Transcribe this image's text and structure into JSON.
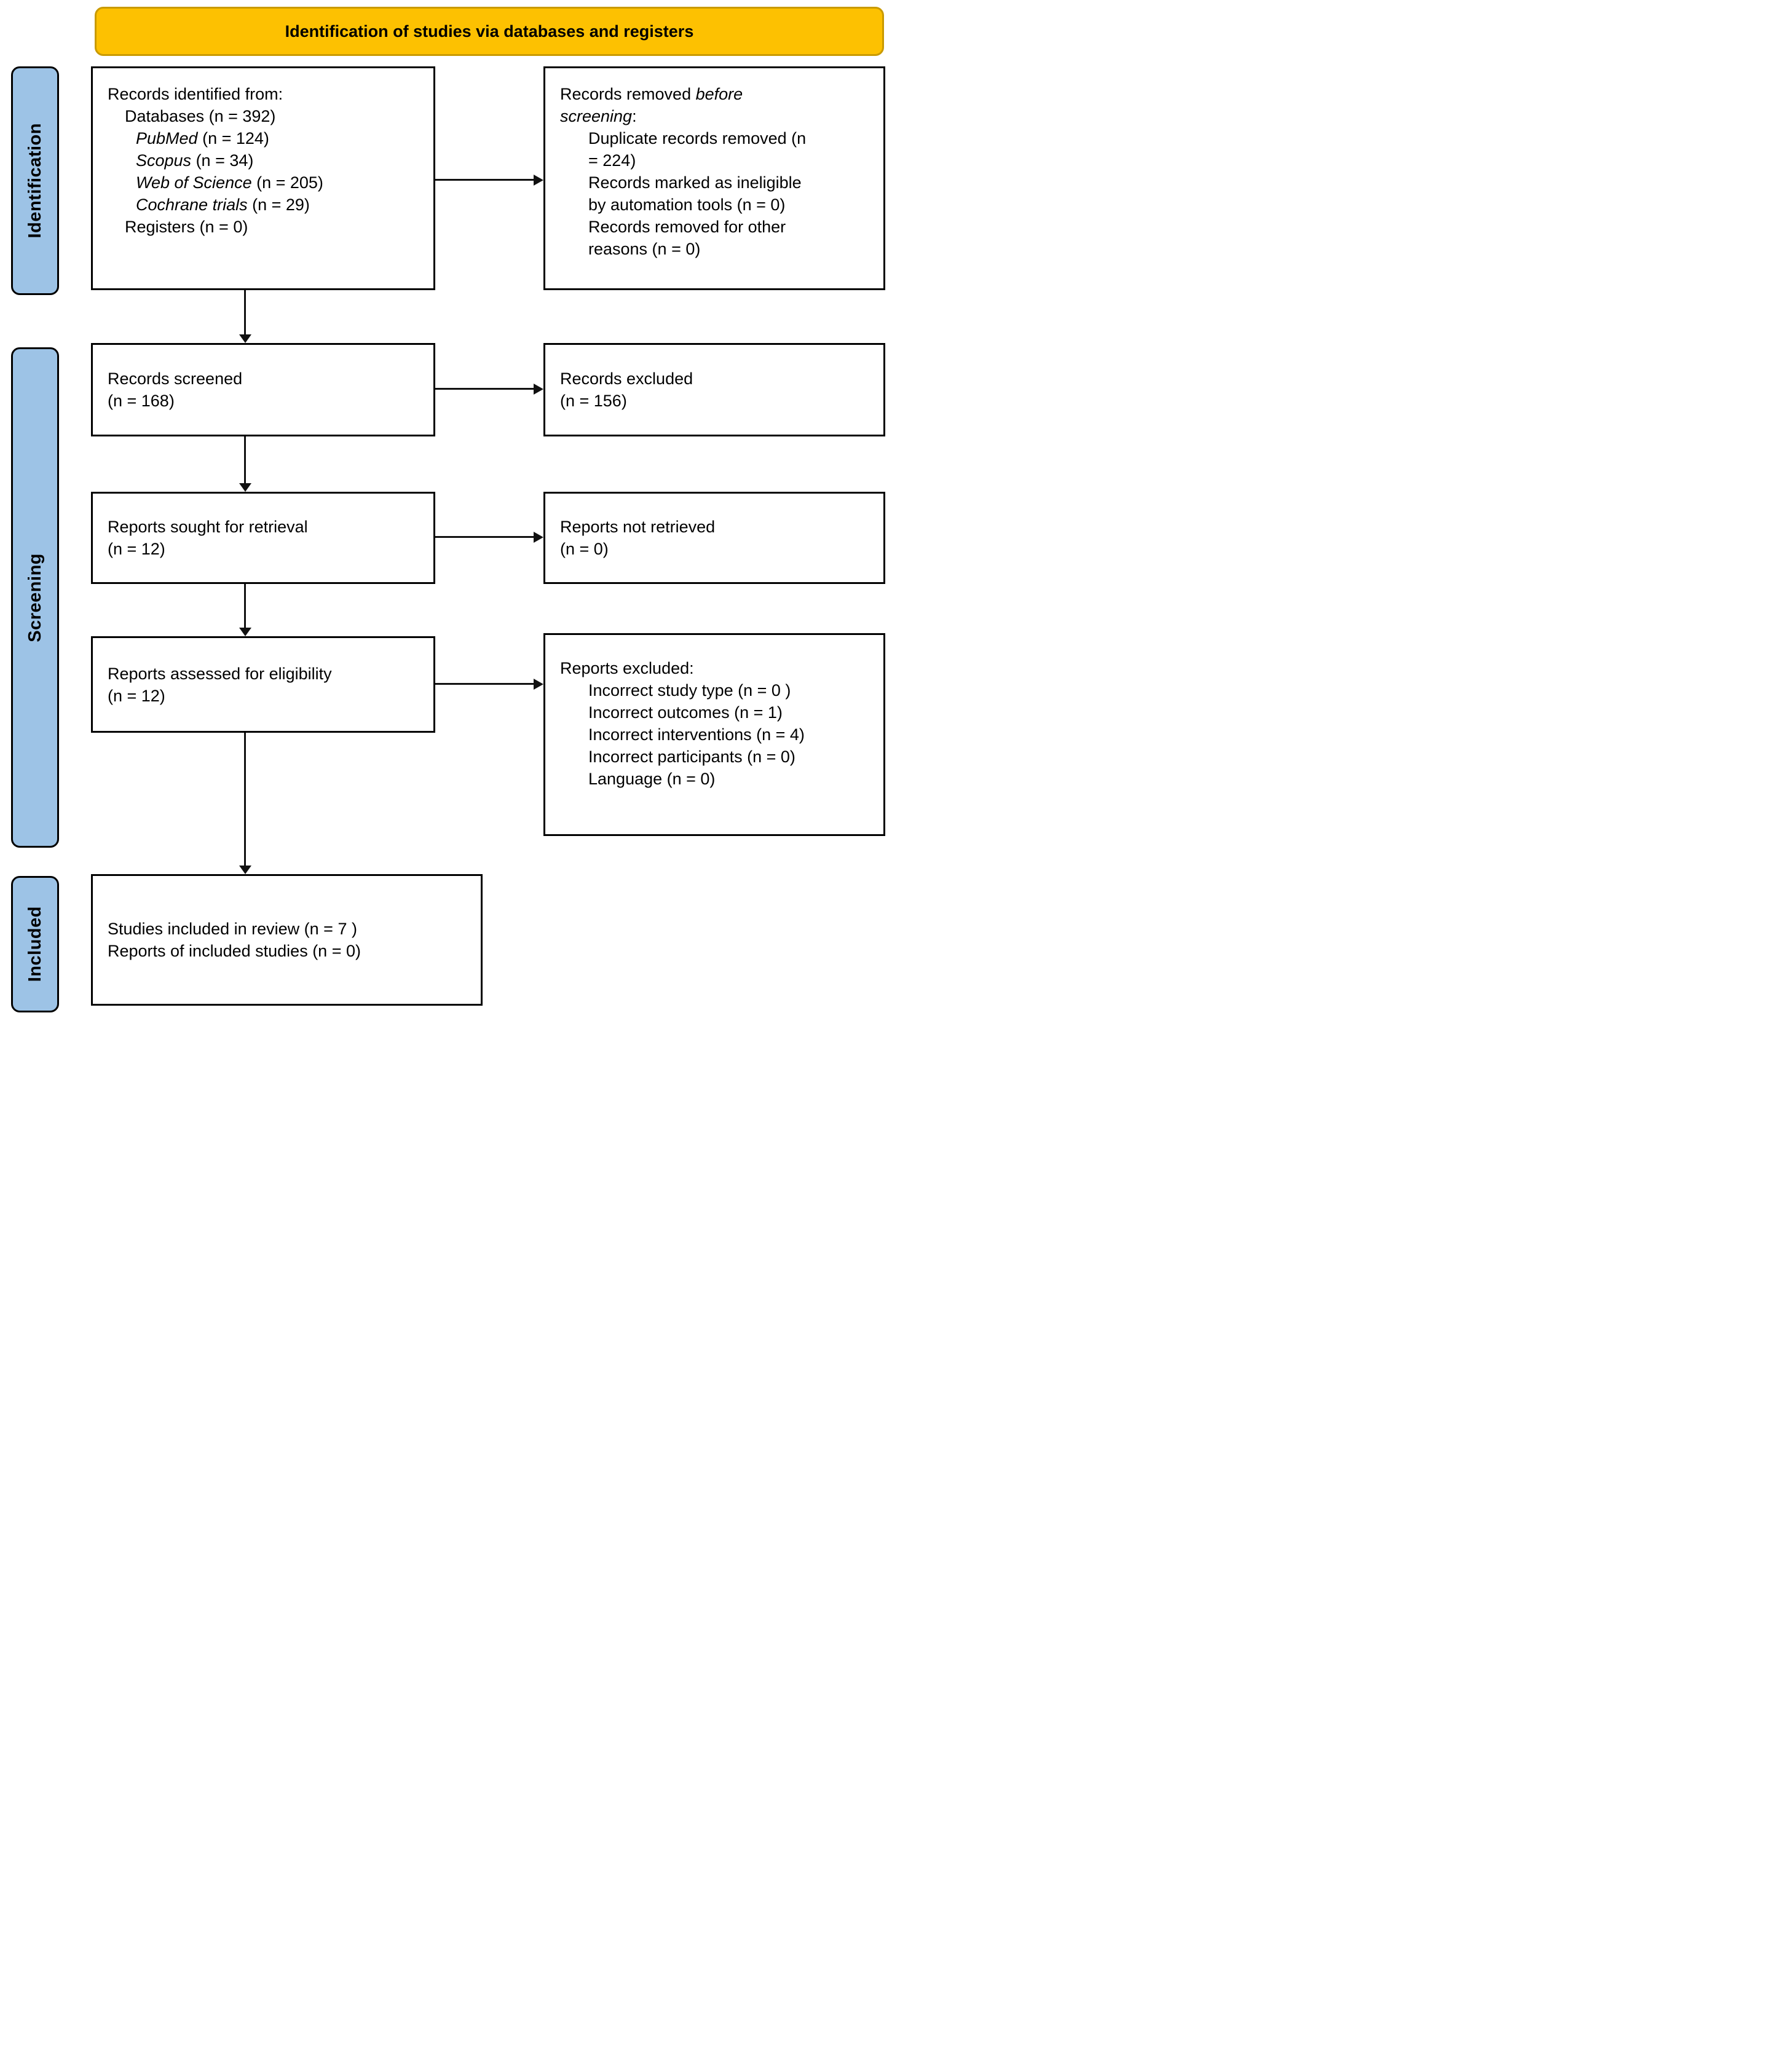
{
  "banner": {
    "title": "Identification of studies via databases and registers"
  },
  "side_labels": {
    "identification": "Identification",
    "screening": "Screening",
    "included": "Included"
  },
  "colors": {
    "banner_bg": "#FDC101",
    "banner_border": "#C99A00",
    "label_bg": "#9DC3E6",
    "box_border": "#000000",
    "line_color": "#111111"
  },
  "boxes": {
    "identified": {
      "line1": "Records identified from:",
      "line2": "Databases (n = 392)",
      "db1_name": "PubMed",
      "db1_count": " (n = 124)",
      "db2_name": "Scopus",
      "db2_count": " (n = 34)",
      "db3_name": "Web of Science",
      "db3_count": " (n = 205)",
      "db4_name": "Cochrane trials",
      "db4_count": " (n = 29)",
      "line7": "Registers (n = 0)"
    },
    "removed": {
      "header_plain": "Records removed ",
      "header_italic1": "before",
      "header_italic2": "screening",
      "header_suffix": ":",
      "item1": "Duplicate records removed (n = 224)",
      "item2": "Records marked as ineligible by automation tools (n = 0)",
      "item3": "Records removed for other reasons (n = 0)"
    },
    "screened": {
      "line1": "Records screened",
      "line2": "(n = 168)"
    },
    "records_excluded": {
      "line1": "Records excluded",
      "line2": "(n = 156)"
    },
    "sought": {
      "line1": "Reports sought for retrieval",
      "line2": "(n = 12)"
    },
    "not_retrieved": {
      "line1": "Reports not retrieved",
      "line2": "(n = 0)"
    },
    "assessed": {
      "line1": "Reports assessed for eligibility",
      "line2": "(n = 12)"
    },
    "reports_excluded": {
      "header": "Reports excluded:",
      "item1": "Incorrect study type (n = 0 )",
      "item2": "Incorrect outcomes (n = 1)",
      "item3": "Incorrect interventions (n = 4)",
      "item4": "Incorrect participants (n = 0)",
      "item5": "Language (n = 0)"
    },
    "included": {
      "line1": "Studies included in review (n = 7 )",
      "line2": "Reports of included studies (n = 0)"
    }
  }
}
